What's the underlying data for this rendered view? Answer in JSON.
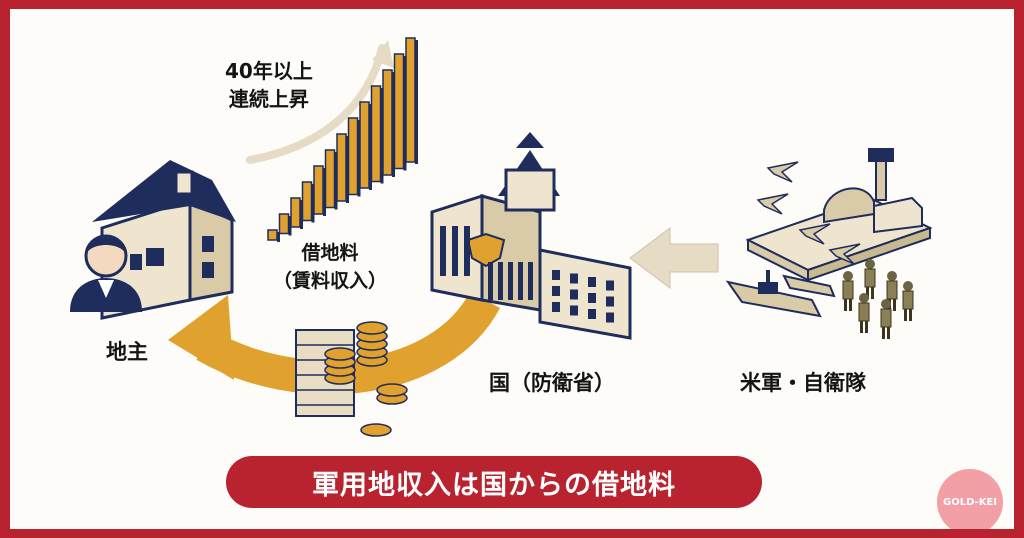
{
  "labels": {
    "rise_line1": "40年以上",
    "rise_line2": "連続上昇",
    "rent_line1": "借地料",
    "rent_line2": "（賃料収入）",
    "landowner": "地主",
    "state": "国（防衛省）",
    "forces": "米軍・自衛隊"
  },
  "banner": "軍用地収入は国からの借地料",
  "logo_text": "GOLD-KEI",
  "colors": {
    "brand_red": "#b8232f",
    "navy": "#1f2d5c",
    "gold": "#e0a12f",
    "beige": "#e8ddc3",
    "arrow_beige": "#e6dcc5"
  }
}
